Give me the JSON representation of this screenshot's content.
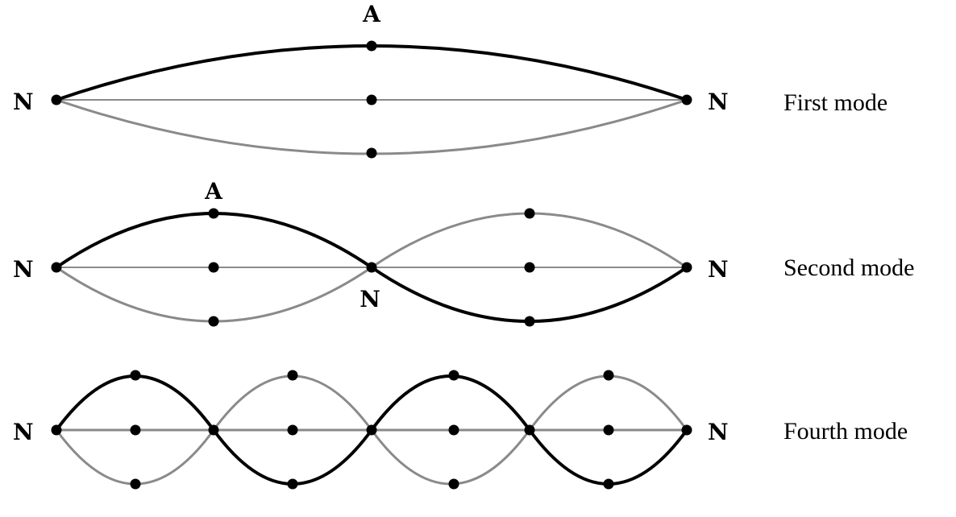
{
  "colors": {
    "background": "#ffffff",
    "ink": "#000000",
    "rest_and_opposite_phase": "#8a8a8a"
  },
  "node_symbol": "N",
  "antinode_symbol": "A",
  "modes": [
    {
      "id": "first",
      "label": "First mode",
      "loops": 1,
      "end_labels": [
        "N",
        "N"
      ],
      "interior_node_labels": [],
      "antinode_labels": [
        "A"
      ]
    },
    {
      "id": "second",
      "label": "Second mode",
      "loops": 2,
      "end_labels": [
        "N",
        "N"
      ],
      "interior_node_labels": [
        "N"
      ],
      "antinode_labels": [
        "A"
      ]
    },
    {
      "id": "fourth",
      "label": "Fourth mode",
      "loops": 4,
      "end_labels": [
        "N",
        "N"
      ],
      "interior_node_labels": [],
      "antinode_labels": []
    }
  ]
}
